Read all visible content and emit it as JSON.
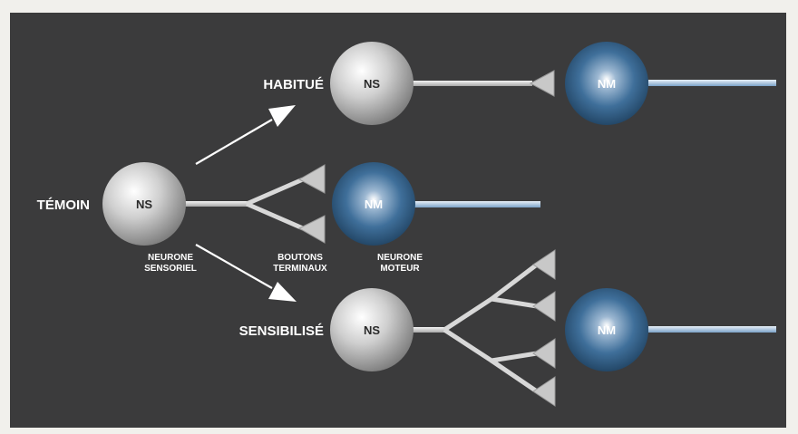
{
  "conditions": {
    "habitue": "HABITUÉ",
    "temoin": "TÉMOIN",
    "sensibilise": "SENSIBILISÉ"
  },
  "nodes": {
    "sensory": "NS",
    "motor": "NM"
  },
  "captions": {
    "sensory_line1": "NEURONE",
    "sensory_line2": "SENSORIEL",
    "boutons_line1": "BOUTONS",
    "boutons_line2": "TERMINAUX",
    "motor_line1": "NEURONE",
    "motor_line2": "MOTEUR"
  },
  "colors": {
    "background": "#3b3b3c",
    "sensory_fill": "#c9c9c9",
    "motor_fill": "#3f6f9a",
    "axon": "#d8d8d8",
    "motor_axon": "#a9c6e2"
  }
}
